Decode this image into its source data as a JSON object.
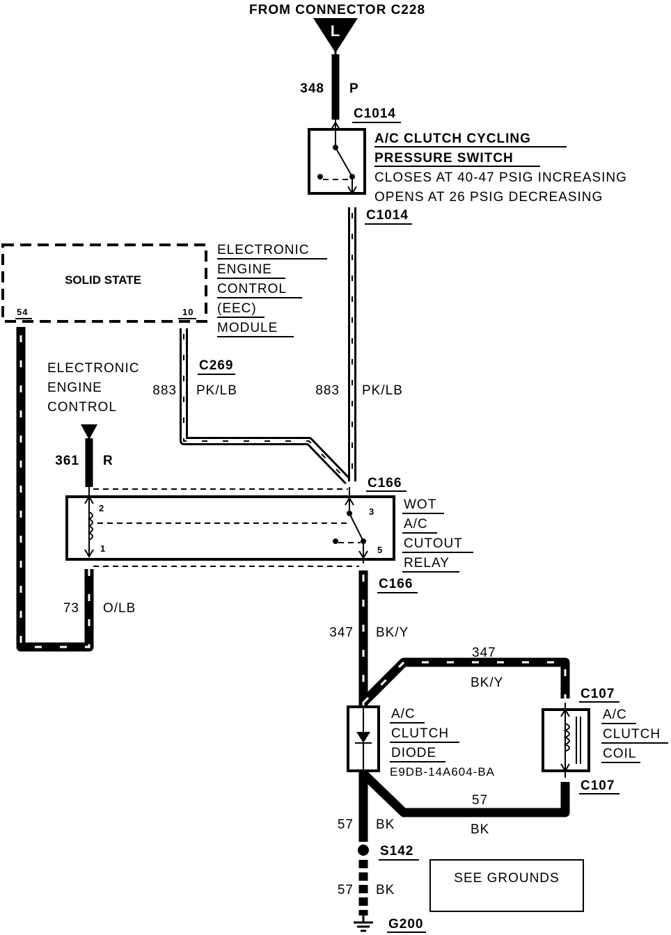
{
  "source": {
    "label": "FROM CONNECTOR C228",
    "connector_letter": "L"
  },
  "wire_348": {
    "circuit": "348",
    "color": "P"
  },
  "switch": {
    "connector_top": "C1014",
    "connector_bottom": "C1014",
    "title_line1": "A/C CLUTCH CYCLING",
    "title_line2": "PRESSURE SWITCH",
    "spec_line1": "CLOSES AT 40-47 PSIG INCREASING",
    "spec_line2": "OPENS AT 26 PSIG DECREASING"
  },
  "eec": {
    "inner_label": "SOLID STATE",
    "pin_left": "54",
    "pin_right": "10",
    "title_line1": "ELECTRONIC",
    "title_line2": "ENGINE",
    "title_line3": "CONTROL",
    "title_line4": "(EEC)",
    "title_line5": "MODULE"
  },
  "wire_883_left": {
    "connector": "C269",
    "circuit": "883",
    "color": "PK/LB"
  },
  "wire_883_right": {
    "circuit": "883",
    "color": "PK/LB"
  },
  "eec_source": {
    "line1": "ELECTRONIC",
    "line2": "ENGINE",
    "line3": "CONTROL"
  },
  "wire_361": {
    "circuit": "361",
    "color": "R"
  },
  "relay": {
    "connector_top": "C166",
    "connector_bottom": "C166",
    "pin2": "2",
    "pin1": "1",
    "pin3": "3",
    "pin5": "5",
    "title_line1": "WOT",
    "title_line2": "A/C",
    "title_line3": "CUTOUT",
    "title_line4": "RELAY"
  },
  "wire_73": {
    "circuit": "73",
    "color": "O/LB"
  },
  "wire_347": {
    "circuit": "347",
    "color": "BK/Y"
  },
  "wire_347_branch": {
    "circuit": "347",
    "color": "BK/Y"
  },
  "diode": {
    "title_line1": "A/C",
    "title_line2": "CLUTCH",
    "title_line3": "DIODE",
    "part_number": "E9DB-14A604-BA"
  },
  "coil": {
    "connector_top": "C107",
    "connector_bottom": "C107",
    "title_line1": "A/C",
    "title_line2": "CLUTCH",
    "title_line3": "COIL"
  },
  "wire_57_branch": {
    "circuit": "57",
    "color": "BK"
  },
  "wire_57_upper": {
    "circuit": "57",
    "color": "BK"
  },
  "splice": {
    "label": "S142"
  },
  "wire_57_lower": {
    "circuit": "57",
    "color": "BK"
  },
  "ground": {
    "label": "G200"
  },
  "see_grounds": {
    "label": "SEE GROUNDS"
  }
}
